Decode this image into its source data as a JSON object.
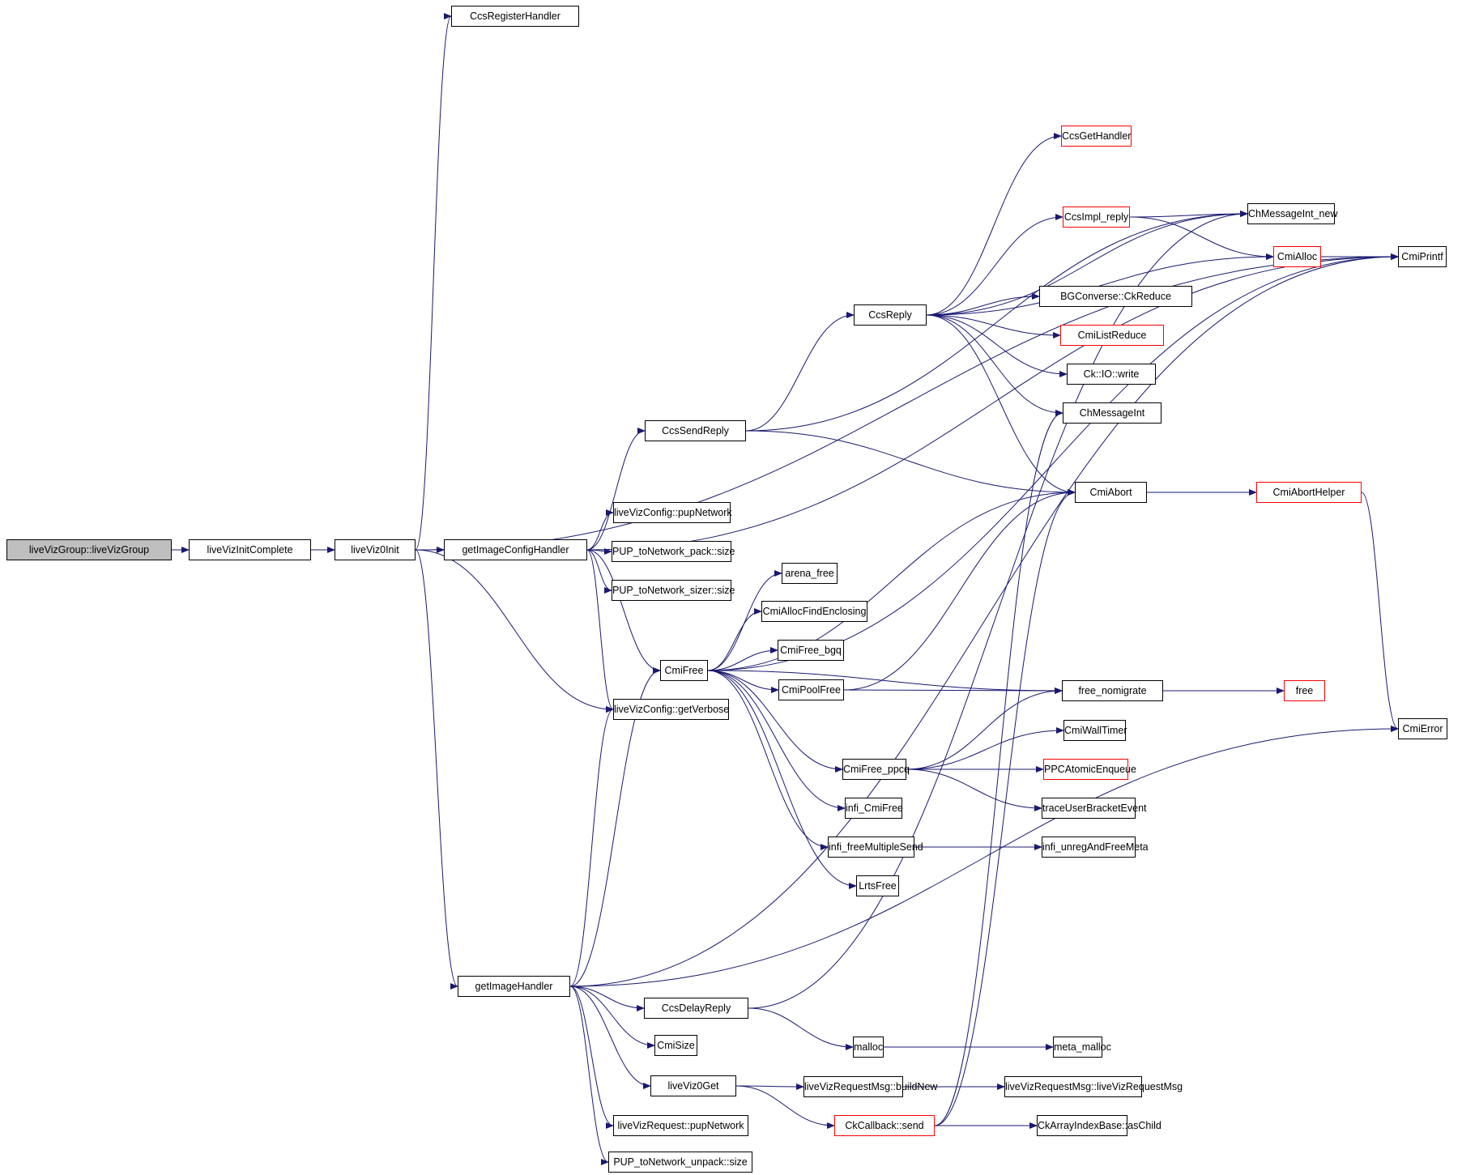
{
  "title": "liveVizGroup::liveVizGroup call graph",
  "colors": {
    "edge": "#191970",
    "node_border": "#000000",
    "truncated_border": "#ff0000",
    "root_fill": "#bfbfbf"
  },
  "nodes": [
    {
      "id": "root",
      "label": "liveVizGroup::liveVizGroup",
      "style": "root"
    },
    {
      "id": "initComplete",
      "label": "liveVizInitComplete",
      "style": "normal"
    },
    {
      "id": "viz0Init",
      "label": "liveViz0Init",
      "style": "normal"
    },
    {
      "id": "ccsRegister",
      "label": "CcsRegisterHandler",
      "style": "normal"
    },
    {
      "id": "getImageConfig",
      "label": "getImageConfigHandler",
      "style": "normal"
    },
    {
      "id": "getImage",
      "label": "getImageHandler",
      "style": "normal"
    },
    {
      "id": "ccsSendReply",
      "label": "CcsSendReply",
      "style": "normal"
    },
    {
      "id": "pupNetwork",
      "label": "liveVizConfig::pupNetwork",
      "style": "normal"
    },
    {
      "id": "packSize",
      "label": "PUP_toNetwork_pack::size",
      "style": "normal"
    },
    {
      "id": "sizerSize",
      "label": "PUP_toNetwork_sizer::size",
      "style": "normal"
    },
    {
      "id": "cmiFree",
      "label": "CmiFree",
      "style": "normal"
    },
    {
      "id": "getVerbose",
      "label": "liveVizConfig::getVerbose",
      "style": "normal"
    },
    {
      "id": "ccsDelayReply",
      "label": "CcsDelayReply",
      "style": "normal"
    },
    {
      "id": "cmiSize",
      "label": "CmiSize",
      "style": "normal"
    },
    {
      "id": "viz0Get",
      "label": "liveViz0Get",
      "style": "normal"
    },
    {
      "id": "reqPup",
      "label": "liveVizRequest::pupNetwork",
      "style": "normal"
    },
    {
      "id": "unpackSize",
      "label": "PUP_toNetwork_unpack::size",
      "style": "normal"
    },
    {
      "id": "ccsReply",
      "label": "CcsReply",
      "style": "normal"
    },
    {
      "id": "arenaFree",
      "label": "arena_free",
      "style": "normal"
    },
    {
      "id": "allocFind",
      "label": "CmiAllocFindEnclosing",
      "style": "normal"
    },
    {
      "id": "freeBgq",
      "label": "CmiFree_bgq",
      "style": "normal"
    },
    {
      "id": "poolFree",
      "label": "CmiPoolFree",
      "style": "normal"
    },
    {
      "id": "freePpcq",
      "label": "CmiFree_ppcq",
      "style": "normal"
    },
    {
      "id": "infiFree",
      "label": "infi_CmiFree",
      "style": "normal"
    },
    {
      "id": "infiMulti",
      "label": "infi_freeMultipleSend",
      "style": "normal"
    },
    {
      "id": "lrtsFree",
      "label": "LrtsFree",
      "style": "normal"
    },
    {
      "id": "malloc",
      "label": "malloc",
      "style": "normal"
    },
    {
      "id": "buildNew",
      "label": "liveVizRequestMsg::buildNew",
      "style": "normal"
    },
    {
      "id": "ckCallback",
      "label": "CkCallback::send",
      "style": "red"
    },
    {
      "id": "ccsGetHandler",
      "label": "CcsGetHandler",
      "style": "red"
    },
    {
      "id": "ccsImplReply",
      "label": "CcsImpl_reply",
      "style": "red"
    },
    {
      "id": "bgReduce",
      "label": "BGConverse::CkReduce",
      "style": "normal"
    },
    {
      "id": "listReduce",
      "label": "CmiListReduce",
      "style": "red"
    },
    {
      "id": "ioWrite",
      "label": "Ck::IO::write",
      "style": "normal"
    },
    {
      "id": "msgInt",
      "label": "ChMessageInt",
      "style": "normal"
    },
    {
      "id": "cmiAbort",
      "label": "CmiAbort",
      "style": "normal"
    },
    {
      "id": "freeNomigrate",
      "label": "free_nomigrate",
      "style": "normal"
    },
    {
      "id": "wallTimer",
      "label": "CmiWallTimer",
      "style": "normal"
    },
    {
      "id": "ppcEnqueue",
      "label": "PPCAtomicEnqueue",
      "style": "red"
    },
    {
      "id": "traceBracket",
      "label": "traceUserBracketEvent",
      "style": "normal"
    },
    {
      "id": "unregMeta",
      "label": "infi_unregAndFreeMeta",
      "style": "normal"
    },
    {
      "id": "metaMalloc",
      "label": "meta_malloc",
      "style": "normal"
    },
    {
      "id": "reqMsgCtor",
      "label": "liveVizRequestMsg::liveVizRequestMsg",
      "style": "normal"
    },
    {
      "id": "asChild",
      "label": "CkArrayIndexBase::asChild",
      "style": "normal"
    },
    {
      "id": "msgIntNew",
      "label": "ChMessageInt_new",
      "style": "normal"
    },
    {
      "id": "cmiAlloc",
      "label": "CmiAlloc",
      "style": "red"
    },
    {
      "id": "abortHelper",
      "label": "CmiAbortHelper",
      "style": "red"
    },
    {
      "id": "free",
      "label": "free",
      "style": "red"
    },
    {
      "id": "cmiPrintf",
      "label": "CmiPrintf",
      "style": "normal"
    },
    {
      "id": "cmiError",
      "label": "CmiError",
      "style": "normal"
    }
  ],
  "edges": [
    [
      "root",
      "initComplete"
    ],
    [
      "initComplete",
      "viz0Init"
    ],
    [
      "viz0Init",
      "ccsRegister"
    ],
    [
      "viz0Init",
      "cmiPrintf"
    ],
    [
      "viz0Init",
      "getImageConfig"
    ],
    [
      "viz0Init",
      "getVerbose"
    ],
    [
      "viz0Init",
      "getImage"
    ],
    [
      "getImageConfig",
      "cmiPrintf"
    ],
    [
      "getImageConfig",
      "ccsSendReply"
    ],
    [
      "getImageConfig",
      "pupNetwork"
    ],
    [
      "getImageConfig",
      "packSize"
    ],
    [
      "getImageConfig",
      "sizerSize"
    ],
    [
      "getImageConfig",
      "cmiFree"
    ],
    [
      "getImageConfig",
      "getVerbose"
    ],
    [
      "ccsSendReply",
      "ccsReply"
    ],
    [
      "ccsSendReply",
      "msgIntNew"
    ],
    [
      "ccsSendReply",
      "cmiAbort"
    ],
    [
      "ccsReply",
      "ccsGetHandler"
    ],
    [
      "ccsReply",
      "msgIntNew"
    ],
    [
      "ccsReply",
      "ccsImplReply"
    ],
    [
      "ccsReply",
      "cmiAlloc"
    ],
    [
      "ccsReply",
      "bgReduce"
    ],
    [
      "ccsReply",
      "listReduce"
    ],
    [
      "ccsReply",
      "ioWrite"
    ],
    [
      "ccsReply",
      "msgInt"
    ],
    [
      "ccsReply",
      "cmiAbort"
    ],
    [
      "ccsImplReply",
      "msgIntNew"
    ],
    [
      "ccsImplReply",
      "cmiAlloc"
    ],
    [
      "cmiAlloc",
      "cmiPrintf"
    ],
    [
      "cmiAbort",
      "abortHelper"
    ],
    [
      "abortHelper",
      "cmiError"
    ],
    [
      "cmiFree",
      "cmiAbort"
    ],
    [
      "cmiFree",
      "cmiPrintf"
    ],
    [
      "cmiFree",
      "arenaFree"
    ],
    [
      "cmiFree",
      "allocFind"
    ],
    [
      "cmiFree",
      "freeBgq"
    ],
    [
      "cmiFree",
      "poolFree"
    ],
    [
      "cmiFree",
      "freeNomigrate"
    ],
    [
      "cmiFree",
      "freePpcq"
    ],
    [
      "cmiFree",
      "infiFree"
    ],
    [
      "cmiFree",
      "infiMulti"
    ],
    [
      "cmiFree",
      "lrtsFree"
    ],
    [
      "poolFree",
      "cmiAbort"
    ],
    [
      "poolFree",
      "freeNomigrate"
    ],
    [
      "freePpcq",
      "freeNomigrate"
    ],
    [
      "freePpcq",
      "wallTimer"
    ],
    [
      "freePpcq",
      "ppcEnqueue"
    ],
    [
      "freePpcq",
      "traceBracket"
    ],
    [
      "infiMulti",
      "unregMeta"
    ],
    [
      "freeNomigrate",
      "free"
    ],
    [
      "getImage",
      "cmiFree"
    ],
    [
      "getImage",
      "getVerbose"
    ],
    [
      "getImage",
      "cmiPrintf"
    ],
    [
      "getImage",
      "cmiError"
    ],
    [
      "getImage",
      "ccsDelayReply"
    ],
    [
      "getImage",
      "cmiSize"
    ],
    [
      "getImage",
      "viz0Get"
    ],
    [
      "getImage",
      "reqPup"
    ],
    [
      "getImage",
      "unpackSize"
    ],
    [
      "ccsDelayReply",
      "msgIntNew"
    ],
    [
      "ccsDelayReply",
      "malloc"
    ],
    [
      "malloc",
      "metaMalloc"
    ],
    [
      "viz0Get",
      "buildNew"
    ],
    [
      "viz0Get",
      "ckCallback"
    ],
    [
      "buildNew",
      "reqMsgCtor"
    ],
    [
      "ckCallback",
      "msgInt"
    ],
    [
      "ckCallback",
      "cmiAbort"
    ],
    [
      "ckCallback",
      "asChild"
    ]
  ]
}
